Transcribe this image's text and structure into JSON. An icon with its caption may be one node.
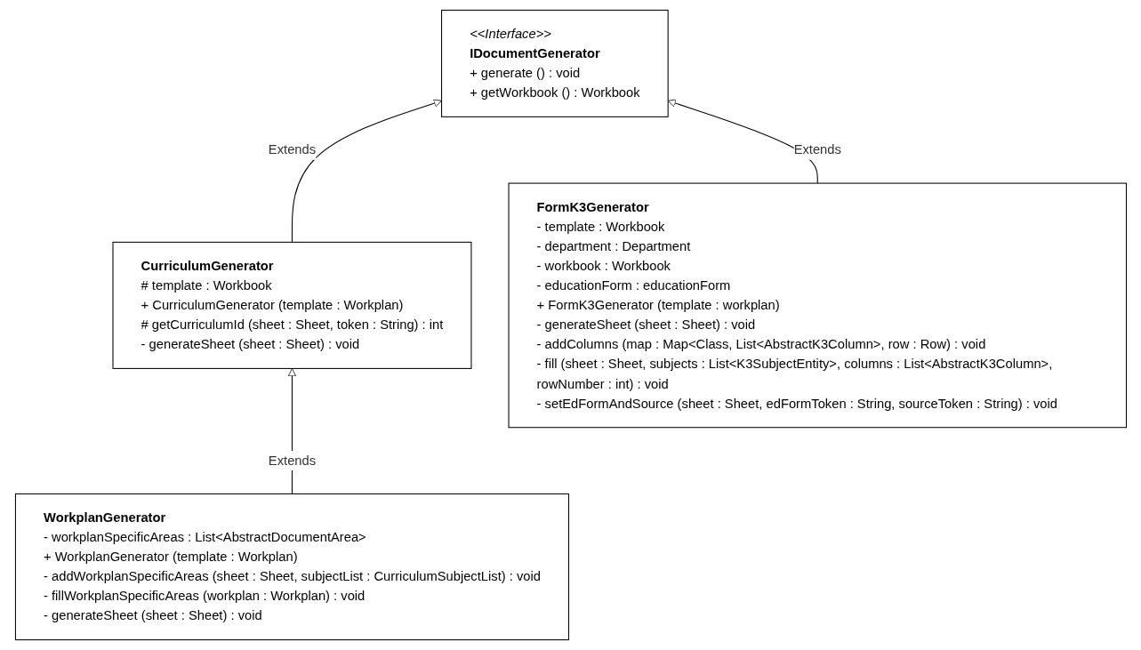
{
  "diagram": {
    "nodes": [
      {
        "text": [
          "<<Interface>>",
          "IDocumentGenerator",
          "+ generate () : void",
          "+ getWorkbook () : Workbook"
        ]
      },
      {
        "text": [
          "CurriculumGenerator",
          "# template : Workbook",
          "+ CurriculumGenerator (template : Workplan)",
          "# getCurriculumId (sheet : Sheet, token : String) : int",
          "- generateSheet (sheet : Sheet) : void"
        ]
      },
      {
        "text": [
          "FormK3Generator",
          "- template : Workbook",
          "- department : Department",
          "- workbook : Workbook",
          "- educationForm : educationForm",
          "+ FormK3Generator (template : workplan)",
          "- generateSheet (sheet : Sheet) : void",
          "- addColumns (map : Map<Class, List<AbstractK3Column>, row : Row) : void",
          "- fill (sheet : Sheet, subjects : List<K3SubjectEntity>, columns : List<AbstractK3Column>, rowNumber : int) : void",
          "- setEdFormAndSource (sheet : Sheet, edFormToken : String, sourceToken : String) : void"
        ]
      },
      {
        "text": [
          "WorkplanGenerator",
          "- workplanSpecificAreas : List<AbstractDocumentArea>",
          "+ WorkplanGenerator (template : Workplan)",
          "- addWorkplanSpecificAreas (sheet : Sheet, subjectList : CurriculumSubjectList) : void",
          "- fillWorkplanSpecificAreas (workplan : Workplan) : void",
          "- generateSheet (sheet : Sheet) : void"
        ]
      }
    ],
    "edges": [
      {
        "from": 1,
        "to": 0,
        "arrow": "to",
        "label": "Extends"
      },
      {
        "from": 2,
        "to": 0,
        "arrow": "to",
        "label": "Extends"
      },
      {
        "from": 3,
        "to": 1,
        "arrow": "to",
        "label": "Extends"
      }
    ]
  }
}
